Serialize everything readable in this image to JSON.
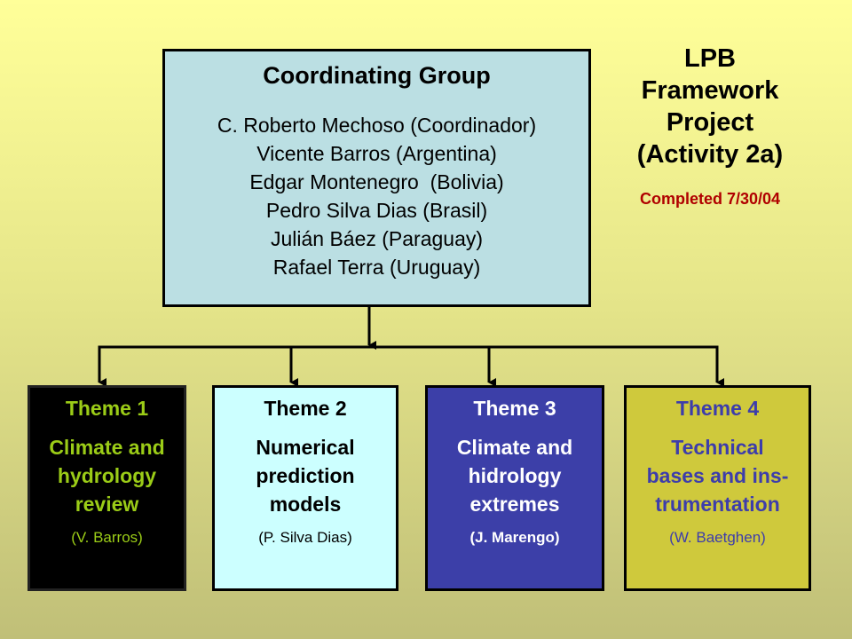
{
  "coordinating_group": {
    "title": "Coordinating Group",
    "members": [
      "C. Roberto Mechoso (Coordinador)",
      "Vicente Barros (Argentina)",
      "Edgar Montenegro  (Bolivia)",
      "Pedro Silva Dias (Brasil)",
      "Julián Báez (Paraguay)",
      "Rafael Terra (Uruguay)"
    ]
  },
  "project": {
    "title_lines": [
      "LPB",
      "Framework",
      "Project",
      "(Activity 2a)"
    ],
    "status": "Completed 7/30/04"
  },
  "themes": [
    {
      "name": "Theme 1",
      "description": [
        "Climate and",
        "hydrology",
        "review"
      ],
      "lead": "(V. Barros)",
      "bg_color": "#000000",
      "text_color": "#9bcc17"
    },
    {
      "name": "Theme 2",
      "description": [
        "Numerical",
        "prediction",
        "models"
      ],
      "lead": "(P. Silva Dias)",
      "bg_color": "#ccffff",
      "text_color": "#000000"
    },
    {
      "name": "Theme 3",
      "description": [
        "Climate and",
        "hidrology",
        "extremes"
      ],
      "lead": "(J. Marengo)",
      "bg_color": "#3c3fa8",
      "text_color": "#ffffff"
    },
    {
      "name": "Theme 4",
      "description": [
        "Technical",
        "bases and ins-",
        "trumentation"
      ],
      "lead": "(W. Baetghen)",
      "bg_color": "#cfc93c",
      "text_color": "#3d3dab"
    }
  ]
}
